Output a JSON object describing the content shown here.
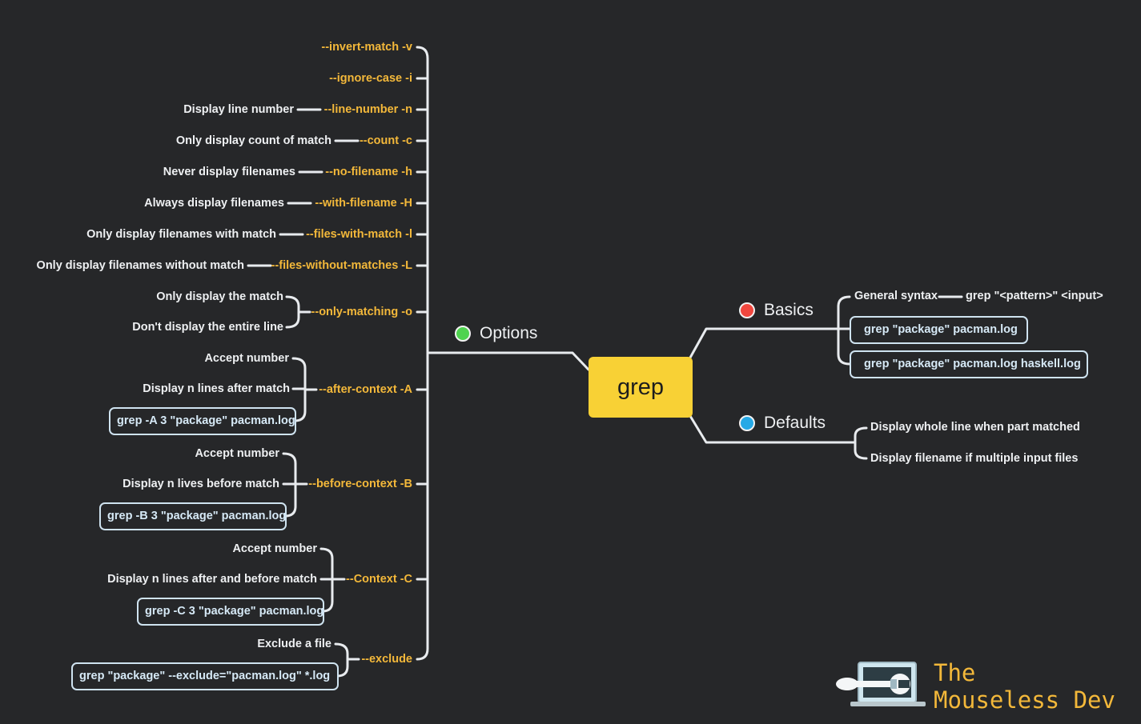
{
  "central": "grep",
  "options": {
    "title": "Options",
    "dot_color": "#4fd34f",
    "flags": [
      {
        "flag": "--invert-match -v"
      },
      {
        "flag": "--ignore-case -i"
      },
      {
        "flag": "--line-number -n",
        "desc": "Display line number"
      },
      {
        "flag": "--count -c",
        "desc": "Only display count of match"
      },
      {
        "flag": "--no-filename -h",
        "desc": "Never display filenames"
      },
      {
        "flag": "--with-filename -H",
        "desc": "Always display filenames"
      },
      {
        "flag": "--files-with-match -l",
        "desc": "Only display filenames with match"
      },
      {
        "flag": "--files-without-matches -L",
        "desc": "Only display filenames without match"
      },
      {
        "flag": "--only-matching -o",
        "children": [
          "Only display the match",
          "Don't display the entire line"
        ]
      },
      {
        "flag": "--after-context -A",
        "children": [
          "Accept number",
          "Display n lines after match"
        ],
        "example": "grep -A 3 \"package\" pacman.log"
      },
      {
        "flag": "--before-context -B",
        "children": [
          "Accept number",
          "Display n lives before match"
        ],
        "example": "grep -B 3 \"package\" pacman.log"
      },
      {
        "flag": "--Context -C",
        "children": [
          "Accept number",
          "Display n lines after and before match"
        ],
        "example": "grep -C 3 \"package\" pacman.log"
      },
      {
        "flag": "--exclude",
        "children": [
          "Exclude a file"
        ],
        "example": "grep \"package\" --exclude=\"pacman.log\" *.log"
      }
    ]
  },
  "basics": {
    "title": "Basics",
    "dot_color": "#f0473e",
    "syntax_label": "General syntax",
    "syntax_value": "grep \"<pattern>\" <input>",
    "examples": [
      "grep \"package\" pacman.log",
      "grep \"package\" pacman.log haskell.log"
    ]
  },
  "defaults": {
    "title": "Defaults",
    "dot_color": "#25a9e6",
    "items": [
      "Display whole line when part matched",
      "Display filename if multiple input files"
    ]
  },
  "brand": {
    "line1": "The",
    "line2": "Mouseless Dev"
  }
}
